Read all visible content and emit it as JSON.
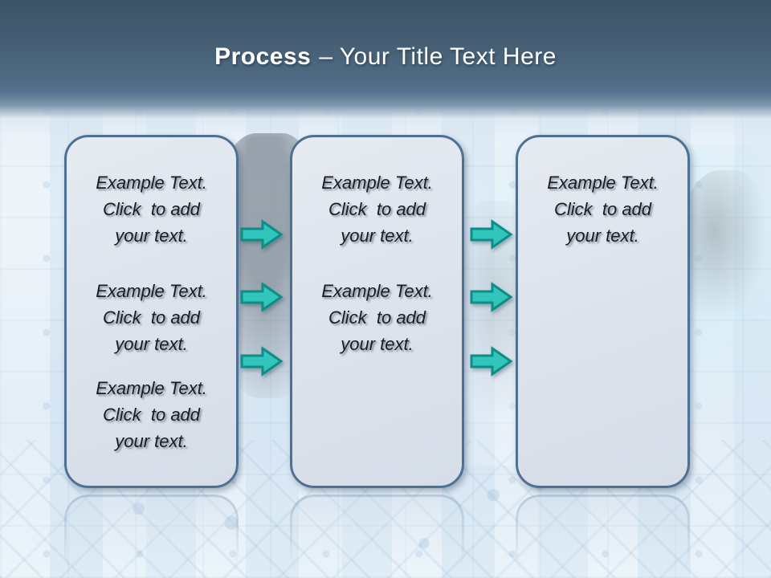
{
  "slide_title": {
    "keyword": "Process",
    "rest": "– Your Title Text Here"
  },
  "process_boxes": [
    {
      "id": "step-1",
      "text_blocks": [
        {
          "lines": [
            "Example Text.",
            "Click  to add",
            "your text."
          ]
        },
        {
          "lines": [
            "Example Text.",
            "Click  to add",
            "your text."
          ]
        },
        {
          "lines": [
            "Example Text.",
            "Click  to add",
            "your text."
          ]
        }
      ]
    },
    {
      "id": "step-2",
      "text_blocks": [
        {
          "lines": [
            "Example Text.",
            "Click  to add",
            "your text."
          ]
        },
        {
          "lines": [
            "Example Text.",
            "Click  to add",
            "your text."
          ]
        }
      ]
    },
    {
      "id": "step-3",
      "text_blocks": [
        {
          "lines": [
            "Example Text.",
            "Click  to add",
            "your text."
          ]
        }
      ]
    }
  ],
  "arrows": {
    "left_column_count": 3,
    "right_column_count": 3,
    "direction": "right"
  },
  "colors": {
    "header_top": "#3d5367",
    "header_bottom": "#54708c",
    "background_light": "#e4eef6",
    "box_fill": "#dce2eb",
    "box_border": "#4e7093",
    "arrow_fill": "#31c5bb",
    "arrow_border": "#0e8d86",
    "title_text": "#ffffff",
    "body_text": "#1c1c1e",
    "map_silhouette": "#9aa3ab"
  }
}
